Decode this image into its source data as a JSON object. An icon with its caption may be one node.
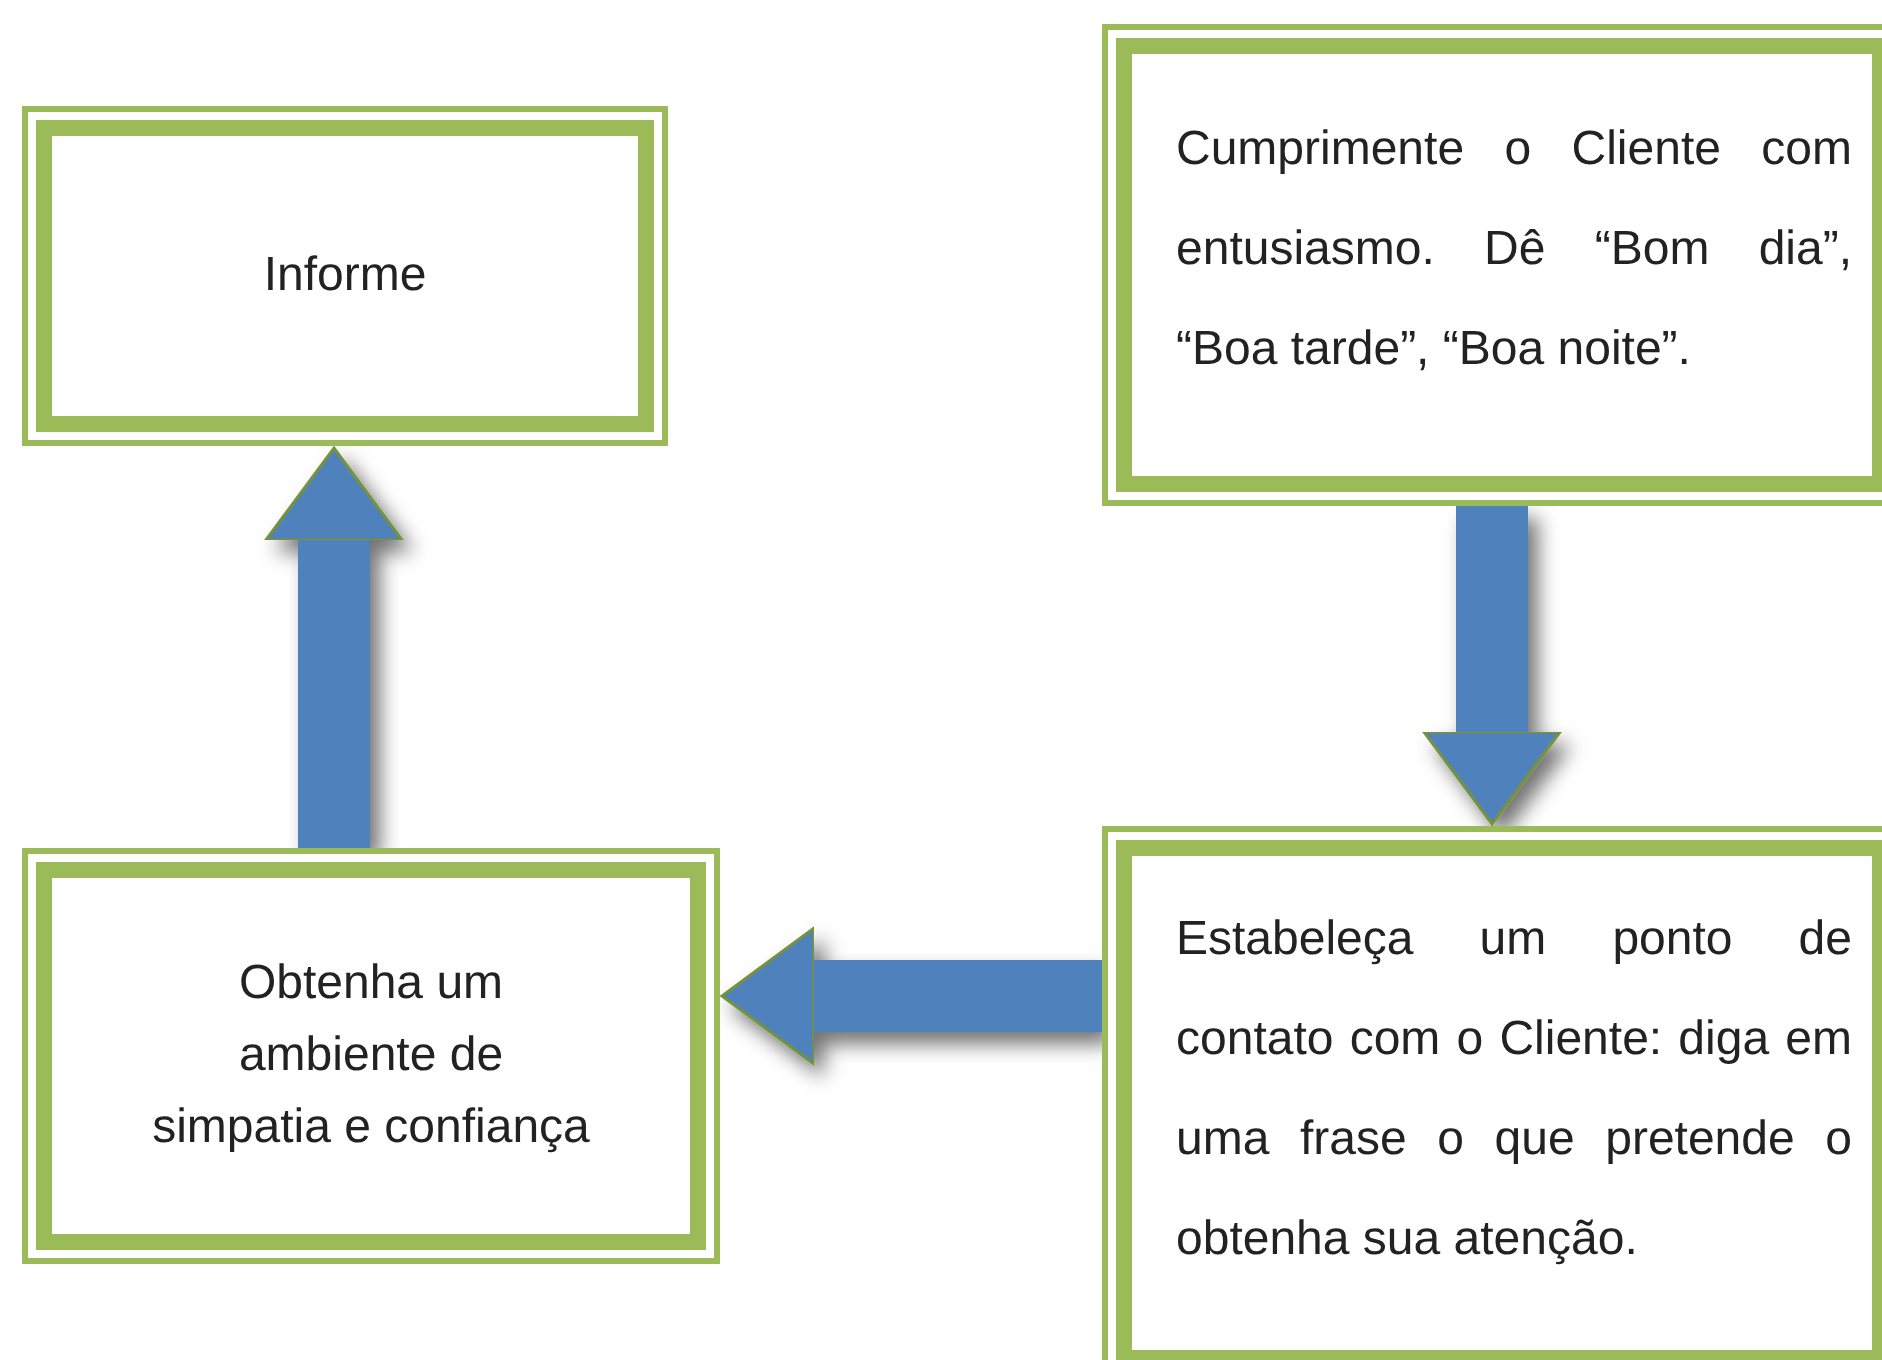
{
  "diagram": {
    "nodes": [
      {
        "text": [
          "Informe"
        ]
      },
      {
        "text": [
          "Cumprimente o Cliente com entusiasmo. Dê “Bom dia”, “Boa tarde”, “Boa noite”."
        ]
      },
      {
        "text": [
          "Obtenha um ambiente de simpatia e confiança"
        ]
      },
      {
        "text": [
          "Estabeleça um ponto de contato com o Cliente: diga em uma frase o que pretende o obtenha sua atenção."
        ]
      }
    ],
    "edges": [
      {
        "from": 1,
        "to": 3,
        "arrow": "to"
      },
      {
        "from": 3,
        "to": 2,
        "arrow": "to"
      },
      {
        "from": 2,
        "to": 0,
        "arrow": "to"
      }
    ]
  }
}
